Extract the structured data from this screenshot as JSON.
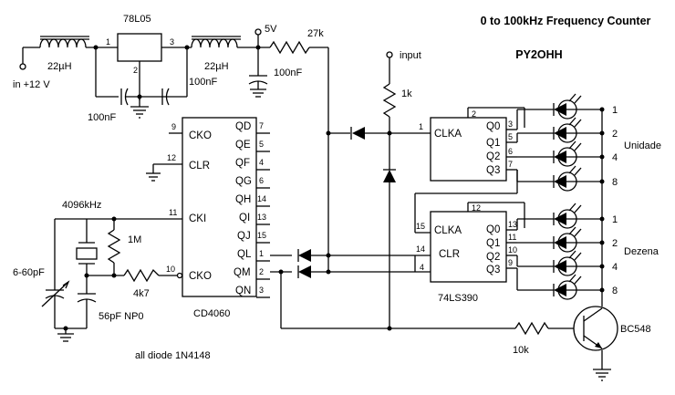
{
  "title": "0 to 100kHz Frequency Counter",
  "author": "PY2OHH",
  "labels": {
    "supply": "in +12 V",
    "inductor_1": "22µH",
    "inductor_2": "22µH",
    "regulator": "78L05",
    "cap_a": "100nF",
    "cap_b": "100nF",
    "cap_c": "100nF",
    "vcc": "5V",
    "r_27k": "27k",
    "input": "input",
    "r_1k": "1k",
    "crystal": "4096kHz",
    "r_1m": "1M",
    "r_4k7": "4k7",
    "trimmer": "6-60pF",
    "cap_56pf": "56pF NP0",
    "diode_note": "all diode 1N4148",
    "r_10k": "10k",
    "transistor": "BC548"
  },
  "pins": {
    "reg_in": "1",
    "reg_out": "3",
    "reg_gnd": "2"
  },
  "cd4060": {
    "name": "CD4060",
    "left": [
      "CKO",
      "CLR",
      "CKI",
      "CKO"
    ],
    "lpins": [
      "9",
      "12",
      "11",
      "10"
    ],
    "right": [
      "QD",
      "QE",
      "QF",
      "QG",
      "QH",
      "QI",
      "QJ",
      "QL",
      "QM",
      "QN"
    ],
    "rpins": [
      "7",
      "5",
      "4",
      "6",
      "14",
      "13",
      "15",
      "1",
      "2",
      "3"
    ]
  },
  "counter_a": {
    "name": "74LS390",
    "left": "CLKA",
    "inpin": "1",
    "toppin": "2",
    "outs": [
      "Q0",
      "Q1",
      "Q2",
      "Q3"
    ],
    "outpins": [
      "3",
      "5",
      "6",
      "7"
    ]
  },
  "counter_b": {
    "left": [
      "CLKA",
      "CLR"
    ],
    "pins": [
      "15",
      "14",
      "4"
    ],
    "toppin": "12",
    "outs": [
      "Q0",
      "Q1",
      "Q2",
      "Q3"
    ],
    "outpins": [
      "13",
      "11",
      "10",
      "9"
    ]
  },
  "leds": {
    "group_a": "Unidade",
    "group_b": "Dezena",
    "weights": [
      "1",
      "2",
      "4",
      "8"
    ]
  }
}
